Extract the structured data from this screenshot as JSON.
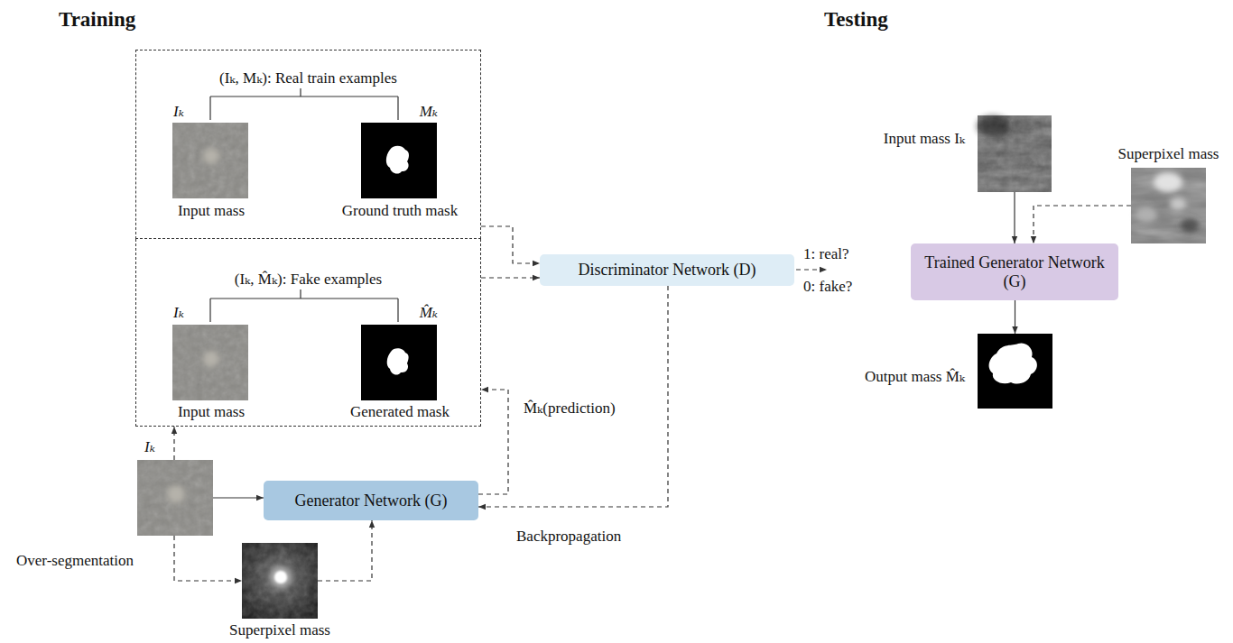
{
  "diagram": {
    "nodes": [
      {
        "text": [
          "(Iₖ, Mₖ): Real train examples"
        ]
      },
      {
        "text": [
          "Iₖ",
          "Input mass"
        ],
        "in": 0
      },
      {
        "text": [
          "Mₖ",
          "Ground truth mask"
        ],
        "in": 0
      },
      {
        "text": [
          "(Iₖ, M̂ₖ): Fake examples"
        ]
      },
      {
        "text": [
          "Iₖ",
          "Input mass"
        ],
        "in": 3
      },
      {
        "text": [
          "M̂ₖ",
          "Generated mask"
        ],
        "in": 3
      },
      {
        "text": [
          "Discriminator Network (D)"
        ]
      },
      {
        "text": [
          "Generator Network (G)"
        ]
      },
      {
        "text": [
          "Iₖ"
        ]
      },
      {
        "text": [
          "Superpixel mass"
        ]
      },
      {
        "text": [
          "Input mass Iₖ"
        ]
      },
      {
        "text": [
          "Superpixel mass"
        ]
      },
      {
        "text": [
          "Trained Generator Network (G)"
        ]
      },
      {
        "text": [
          "Output mass M̂ₖ"
        ]
      }
    ],
    "edges": [
      {
        "from": 0,
        "to": 6,
        "arrow": "to"
      },
      {
        "from": 3,
        "to": 6,
        "arrow": "to"
      },
      {
        "from": 6,
        "to": 7,
        "arrow": "to"
      },
      {
        "from": 7,
        "to": 3,
        "label": "M̂ₖ(prediction)",
        "arrow": "to"
      },
      {
        "from": 8,
        "to": 3,
        "arrow": "to"
      },
      {
        "from": 8,
        "to": 7,
        "arrow": "to"
      },
      {
        "from": 8,
        "to": 9,
        "arrow": "to"
      },
      {
        "from": 9,
        "to": 7,
        "arrow": "to"
      },
      {
        "from": 10,
        "to": 12,
        "arrow": "to"
      },
      {
        "from": 11,
        "to": 12,
        "arrow": "to"
      },
      {
        "from": 12,
        "to": 13,
        "arrow": "to"
      }
    ],
    "labels": [
      "Training",
      "Testing",
      "1: real?",
      "0: fake?",
      "Backpropagation",
      "Over-segmentation"
    ]
  }
}
